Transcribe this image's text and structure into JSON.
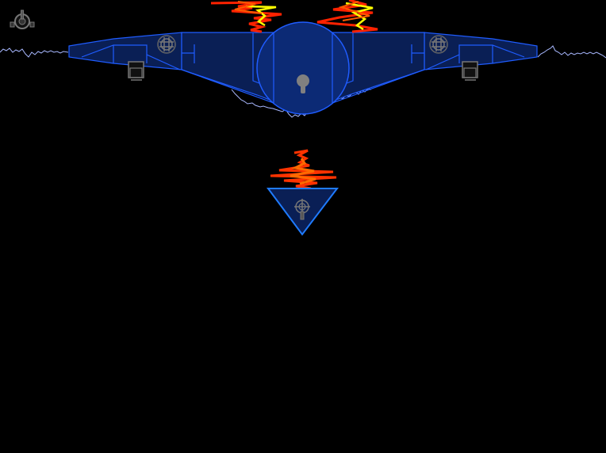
{
  "colors": {
    "background": "#000000",
    "hull_fill": "#0a1f55",
    "hull_stroke": "#1f5cff",
    "turret_gray": "#777777",
    "flame_red": "#ff2200",
    "flame_orange": "#ff5a00",
    "flame_yellow": "#ffff00",
    "terrain_line": "#a8b8ff"
  },
  "hud": {
    "lives_icon": "ship-life-icon",
    "lives_remaining": 1
  },
  "mothership": {
    "icon": "mothership-icon",
    "turrets": 2,
    "hangars": 2,
    "thrusters": 2
  },
  "player_ship": {
    "icon": "player-ship-icon",
    "shape": "triangle",
    "thruster_active": true
  }
}
